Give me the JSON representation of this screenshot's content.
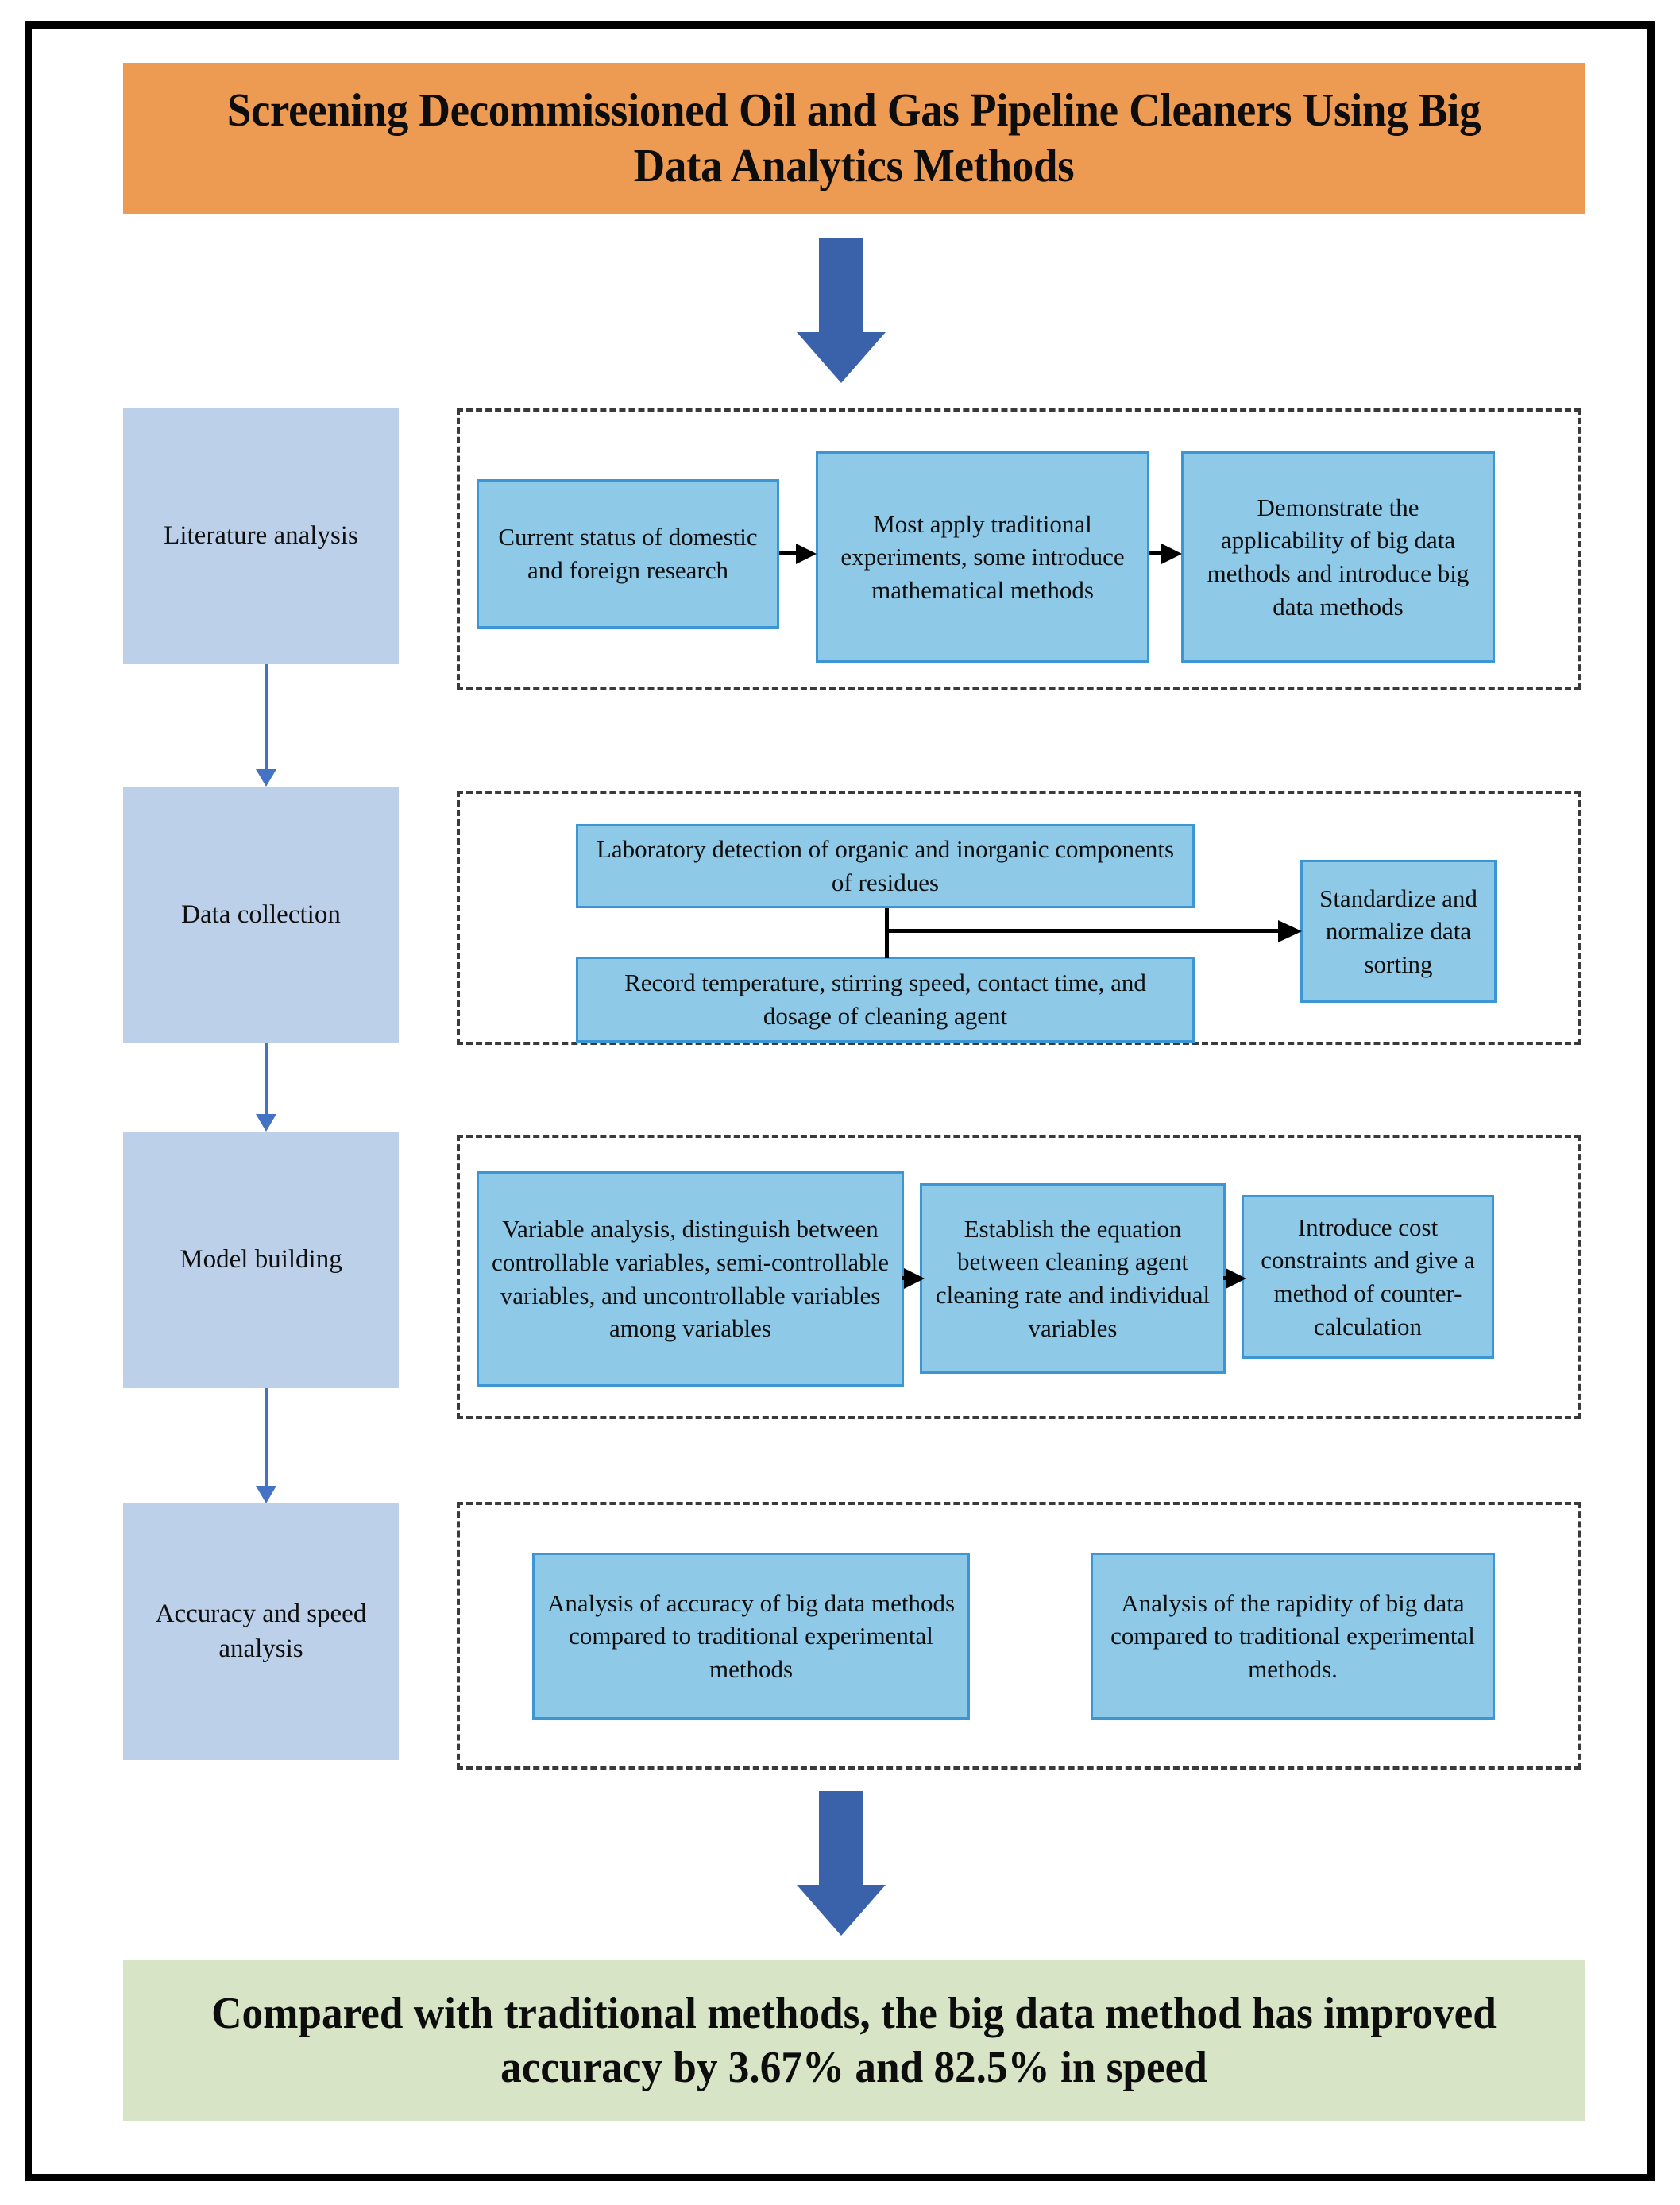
{
  "title": {
    "text": "Screening Decommissioned Oil and Gas Pipeline Cleaners Using Big Data Analytics Methods",
    "background_color": "#ED9A52"
  },
  "conclusion": {
    "text": "Compared with traditional methods, the big data method has improved accuracy by 3.67% and 82.5% in speed",
    "background_color": "#D7E4C5",
    "accuracy_improvement": "3.67%",
    "speed_improvement": "82.5%"
  },
  "colors": {
    "title_banner": "#ED9A52",
    "conclusion_banner": "#D7E4C5",
    "stage_label_box": "#BCD0EA",
    "process_box_fill": "#8FC9E8",
    "process_box_border": "#3D96D4",
    "block_arrow": "#3A62AB",
    "thin_arrow": "#4472C4",
    "dashed_border": "#3A3A3A",
    "frame": "#000000"
  },
  "stages": [
    {
      "label": "Literature analysis",
      "boxes": [
        {
          "text": "Current status of domestic and foreign research"
        },
        {
          "text": "Most apply traditional experiments, some introduce mathematical methods"
        },
        {
          "text": "Demonstrate the applicability of big data methods and introduce big data methods"
        }
      ]
    },
    {
      "label": "Data collection",
      "boxes": [
        {
          "text": "Laboratory detection of organic and inorganic components of residues"
        },
        {
          "text": "Record temperature, stirring speed, contact time, and dosage of cleaning agent"
        },
        {
          "text": "Standardize and normalize data sorting"
        }
      ]
    },
    {
      "label": "Model building",
      "boxes": [
        {
          "text": "Variable analysis, distinguish between controllable variables, semi-controllable variables, and uncontrollable variables among variables"
        },
        {
          "text": "Establish the equation between cleaning agent cleaning rate and individual variables"
        },
        {
          "text": "Introduce cost constraints and give a method of counter-calculation"
        }
      ]
    },
    {
      "label": "Accuracy and speed analysis",
      "boxes": [
        {
          "text": "Analysis of accuracy of big data methods compared to traditional experimental methods"
        },
        {
          "text": "Analysis of the rapidity of big data compared to traditional experimental methods."
        }
      ]
    }
  ]
}
